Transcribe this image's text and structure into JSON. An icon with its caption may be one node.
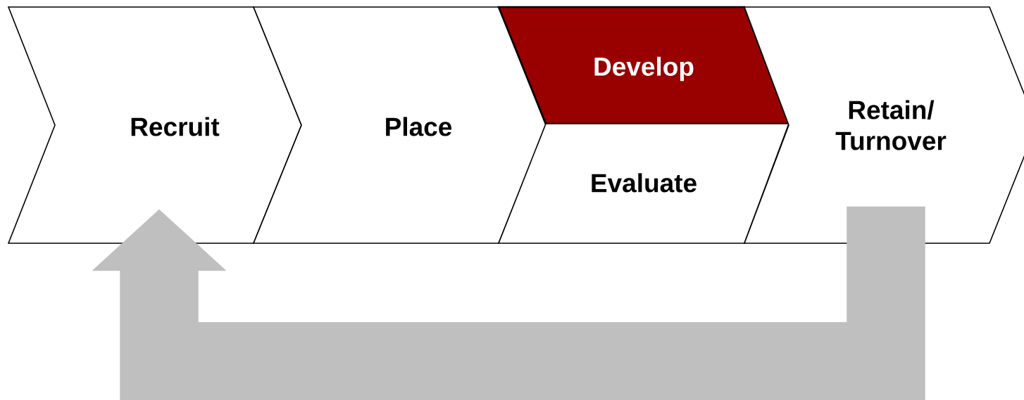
{
  "diagram": {
    "nodes": [
      {
        "text": [
          "Recruit"
        ]
      },
      {
        "text": [
          "Place"
        ]
      },
      {
        "text": [
          "Develop"
        ]
      },
      {
        "text": [
          "Evaluate"
        ]
      },
      {
        "text": [
          "Retain/ Turnover"
        ]
      }
    ],
    "edges": [
      {
        "from": 4,
        "to": 0,
        "arrow": "to",
        "style": "thick"
      }
    ]
  }
}
